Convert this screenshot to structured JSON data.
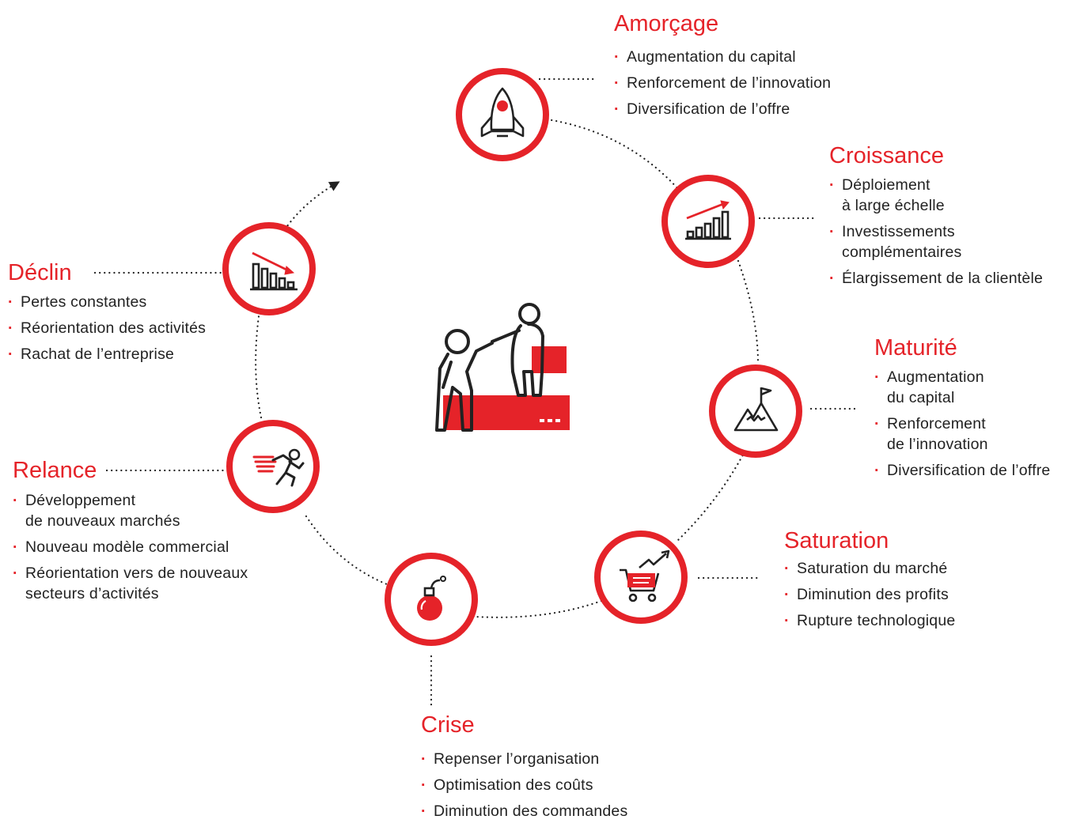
{
  "accent_color": "#e52329",
  "text_color": "#222222",
  "stages": [
    {
      "id": "amorcage",
      "title": "Amorçage",
      "icon": "rocket-icon",
      "items": [
        [
          "Augmentation du capital"
        ],
        [
          "Renforcement de l’innovation"
        ],
        [
          "Diversification de l’offre"
        ]
      ]
    },
    {
      "id": "croissance",
      "title": "Croissance",
      "icon": "growth-chart-icon",
      "items": [
        [
          "Déploiement",
          "à large échelle"
        ],
        [
          "Investissements",
          "complémentaires"
        ],
        [
          "Élargissement de la clientèle"
        ]
      ]
    },
    {
      "id": "maturite",
      "title": "Maturité",
      "icon": "mountain-flag-icon",
      "items": [
        [
          "Augmentation",
          "du capital"
        ],
        [
          "Renforcement",
          "de l’innovation"
        ],
        [
          "Diversification de l’offre"
        ]
      ]
    },
    {
      "id": "saturation",
      "title": "Saturation",
      "icon": "shopping-cart-icon",
      "items": [
        [
          "Saturation du marché"
        ],
        [
          "Diminution des profits"
        ],
        [
          "Rupture technologique"
        ]
      ]
    },
    {
      "id": "crise",
      "title": "Crise",
      "icon": "bomb-icon",
      "items": [
        [
          "Repenser l’organisation"
        ],
        [
          "Optimisation des coûts"
        ],
        [
          "Diminution des commandes"
        ]
      ]
    },
    {
      "id": "relance",
      "title": "Relance",
      "icon": "running-man-icon",
      "items": [
        [
          "Développement",
          "de nouveaux marchés"
        ],
        [
          "Nouveau modèle commercial"
        ],
        [
          "Réorientation vers de nouveaux",
          "secteurs d’activités"
        ]
      ]
    },
    {
      "id": "declin",
      "title": "Déclin",
      "icon": "declining-chart-icon",
      "items": [
        [
          "Pertes constantes"
        ],
        [
          "Réorientation des activités"
        ],
        [
          "Rachat de l’entreprise"
        ]
      ]
    }
  ],
  "center_icon": "helping-hand-climb-icon"
}
